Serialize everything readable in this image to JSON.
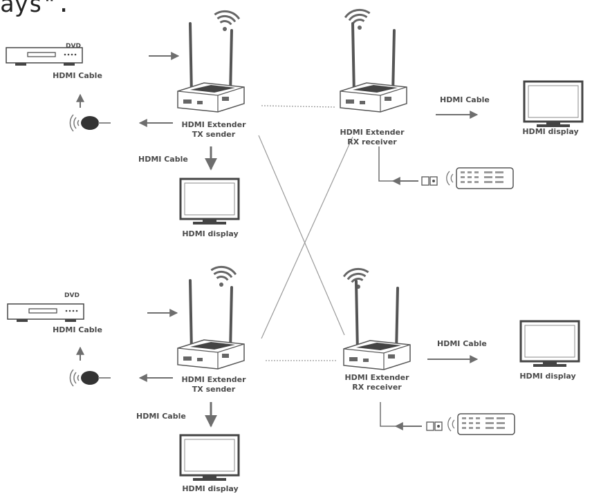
{
  "header_fragment": "ays\".",
  "colors": {
    "line": "#8a8a8a",
    "ink": "#555555",
    "arrow": "#6e6e6e",
    "bg": "#ffffff"
  },
  "systems": [
    {
      "dvd_label": "DVD",
      "dvd_cable_label": "HDMI Cable",
      "tx_label_line1": "HDMI Extender",
      "tx_label_line2": "TX sender",
      "tx_cable_label": "HDMI Cable",
      "tx_display_label": "HDMI display",
      "rx_label_line1": "HDMI Extender",
      "rx_label_line2": "RX receiver",
      "rx_cable_label": "HDMI Cable",
      "rx_display_label": "HDMI display"
    },
    {
      "dvd_label": "DVD",
      "dvd_cable_label": "HDMI Cable",
      "tx_label_line1": "HDMI Extender",
      "tx_label_line2": "TX sender",
      "tx_cable_label": "HDMI Cable",
      "tx_display_label": "HDMI display",
      "rx_label_line1": "HDMI Extender",
      "rx_label_line2": "RX receiver",
      "rx_cable_label": "HDMI Cable",
      "rx_display_label": "HDMI display"
    }
  ],
  "icons": [
    "wifi-signal-icon",
    "ir-eye-icon",
    "ir-remote-icon",
    "dvd-player-icon",
    "tv-display-icon",
    "antenna-icon"
  ]
}
